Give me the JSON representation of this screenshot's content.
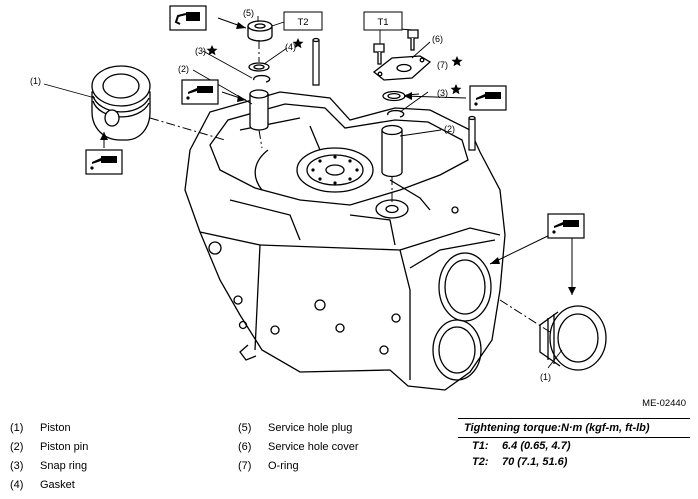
{
  "figure": {
    "id": "ME-02440",
    "callouts": {
      "c1_left": "(1)",
      "c1_right": "(1)",
      "c2_left": "(2)",
      "c2_right": "(2)",
      "c3_left": "(3)",
      "c3_right": "(3)",
      "c4": "(4)",
      "c5": "(5)",
      "c6": "(6)",
      "c7": "(7)"
    },
    "boxes": {
      "t2": "T2",
      "t1": "T1"
    },
    "icons": [
      "sealant-icon",
      "oil-can-icon",
      "star-icon",
      "grease-icon"
    ]
  },
  "legend": [
    {
      "num": "(1)",
      "label": "Piston"
    },
    {
      "num": "(2)",
      "label": "Piston pin"
    },
    {
      "num": "(3)",
      "label": "Snap ring"
    },
    {
      "num": "(4)",
      "label": "Gasket"
    },
    {
      "num": "(5)",
      "label": "Service hole plug"
    },
    {
      "num": "(6)",
      "label": "Service hole cover"
    },
    {
      "num": "(7)",
      "label": "O-ring"
    }
  ],
  "torque": {
    "title": "Tightening torque:N·m (kgf-m, ft-lb)",
    "rows": [
      {
        "key": "T1:",
        "value": "6.4 (0.65, 4.7)"
      },
      {
        "key": "T2:",
        "value": "70 (7.1, 51.6)"
      }
    ]
  }
}
